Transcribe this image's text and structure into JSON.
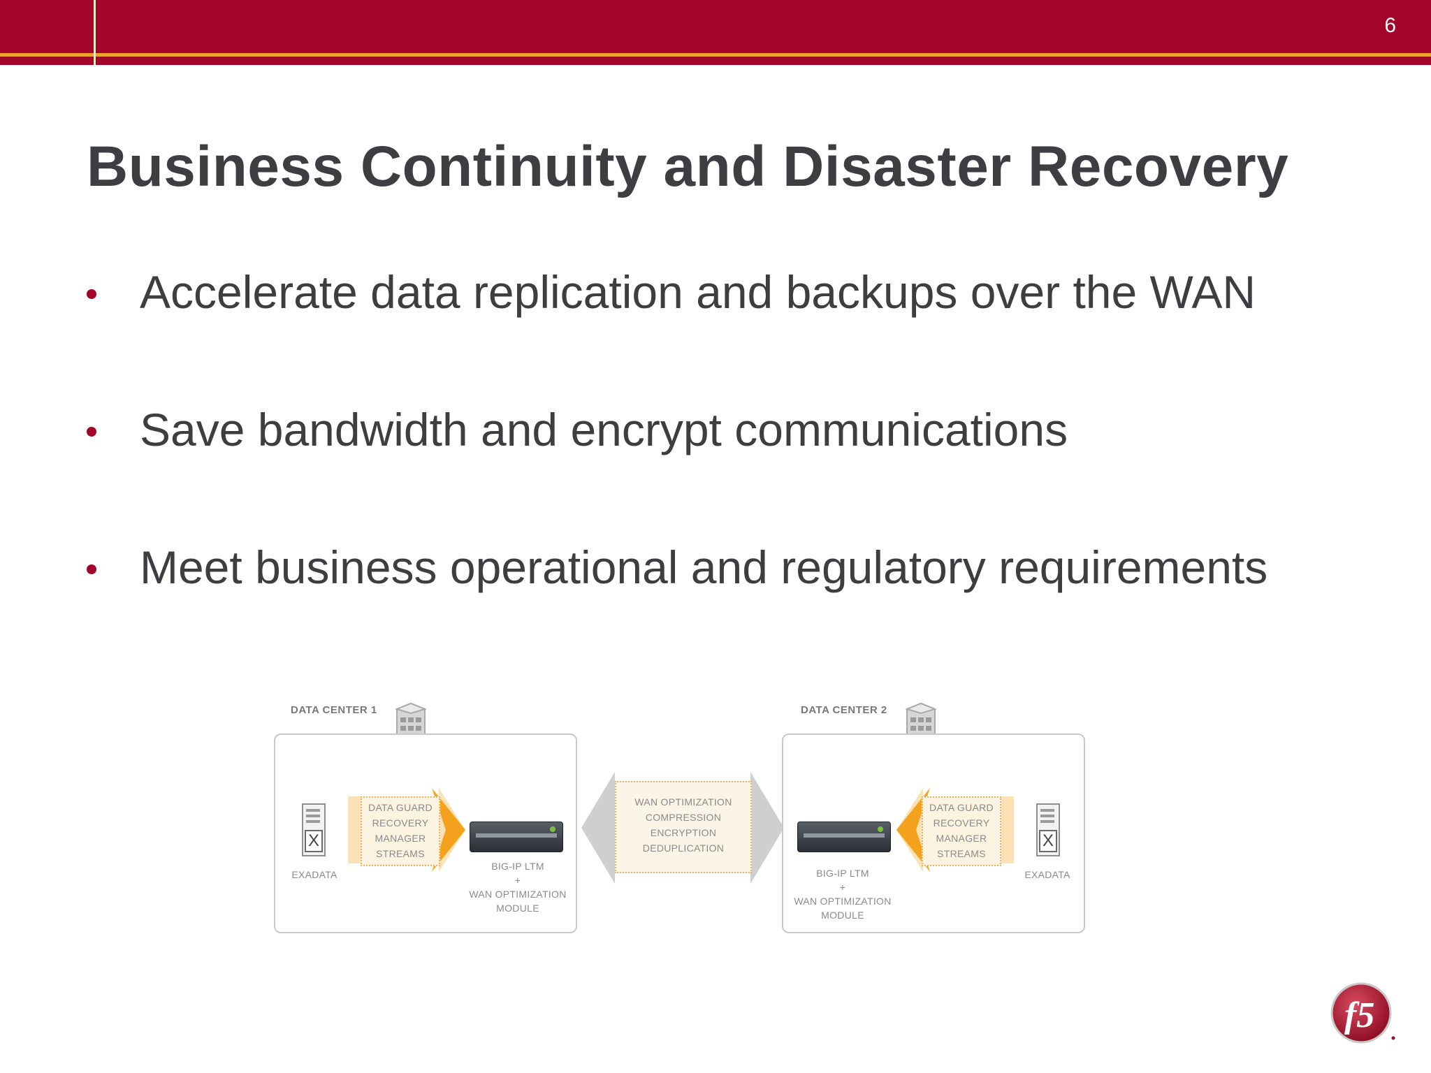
{
  "slide": {
    "page_number": "6",
    "title": "Business Continuity and Disaster Recovery",
    "bullets": [
      "Accelerate data replication and backups over the WAN",
      "Save bandwidth and encrypt communications",
      "Meet business operational and regulatory requirements"
    ]
  },
  "diagram": {
    "dc1_label": "DATA CENTER 1",
    "dc2_label": "DATA CENTER 2",
    "stream_lines": [
      "DATA GUARD",
      "RECOVERY",
      "MANAGER",
      "STREAMS"
    ],
    "wan_lines": [
      "WAN OPTIMIZATION",
      "COMPRESSION",
      "ENCRYPTION",
      "DEDUPLICATION"
    ],
    "device_lines": [
      "BIG-IP LTM",
      "+",
      "WAN OPTIMIZATION",
      "MODULE"
    ],
    "exadata_label": "EXADATA"
  },
  "colors": {
    "brand_red": "#a3052a",
    "accent_orange": "#f0a12a",
    "title_gray": "#3e3e42"
  },
  "icons": [
    "data-center-building-icon",
    "exadata-server-icon",
    "big-ip-device-icon",
    "f5-logo"
  ]
}
